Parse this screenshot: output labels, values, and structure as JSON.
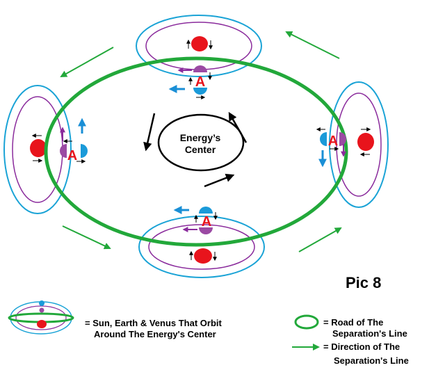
{
  "center_label": {
    "line1": "Energy’s",
    "line2": "Center"
  },
  "earth_letter": "A",
  "pic_label": "Pic 8",
  "legend": {
    "system_line1": "= Sun, Earth & Venus That Orbit",
    "system_line2": "Around The Energy's Center",
    "road_line1": "= Road of The",
    "road_line2": "Separation's Line",
    "direction_line1": "= Direction of The",
    "direction_line2": "Separation's Line"
  },
  "colors": {
    "road": "#22a83a",
    "earth_orbit": "#1aa3d6",
    "venus_orbit": "#8a2b9c",
    "sun": "#e8141c",
    "earth": "#1a9ad9",
    "venus": "#9b4aa3",
    "arrow_blue": "#1a8fd6"
  }
}
